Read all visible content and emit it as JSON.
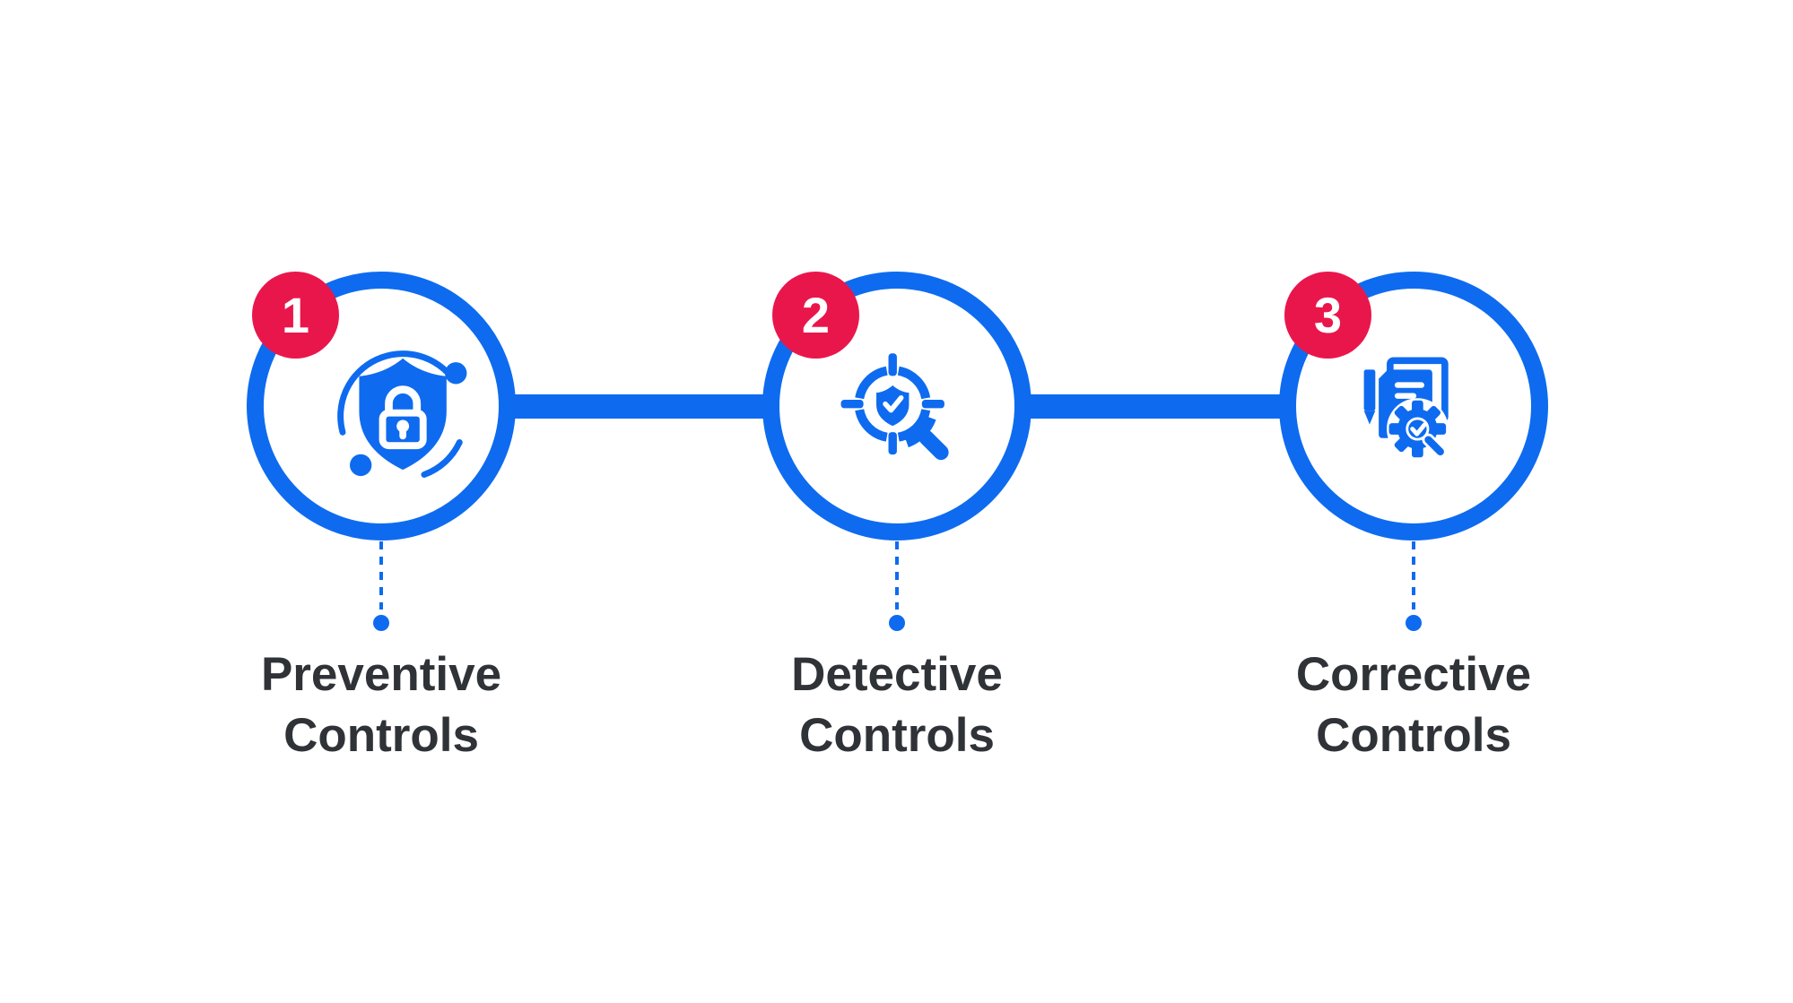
{
  "colors": {
    "accent_blue": "#0E6BF0",
    "badge_pink": "#E9164C",
    "label_text": "#2F3338",
    "background": "#FFFFFF"
  },
  "steps": [
    {
      "number": "1",
      "label_line1": "Preventive",
      "label_line2": "Controls",
      "icon": "shield-lock-icon"
    },
    {
      "number": "2",
      "label_line1": "Detective",
      "label_line2": "Controls",
      "icon": "target-magnifier-icon"
    },
    {
      "number": "3",
      "label_line1": "Corrective",
      "label_line2": "Controls",
      "icon": "document-gear-check-icon"
    }
  ]
}
